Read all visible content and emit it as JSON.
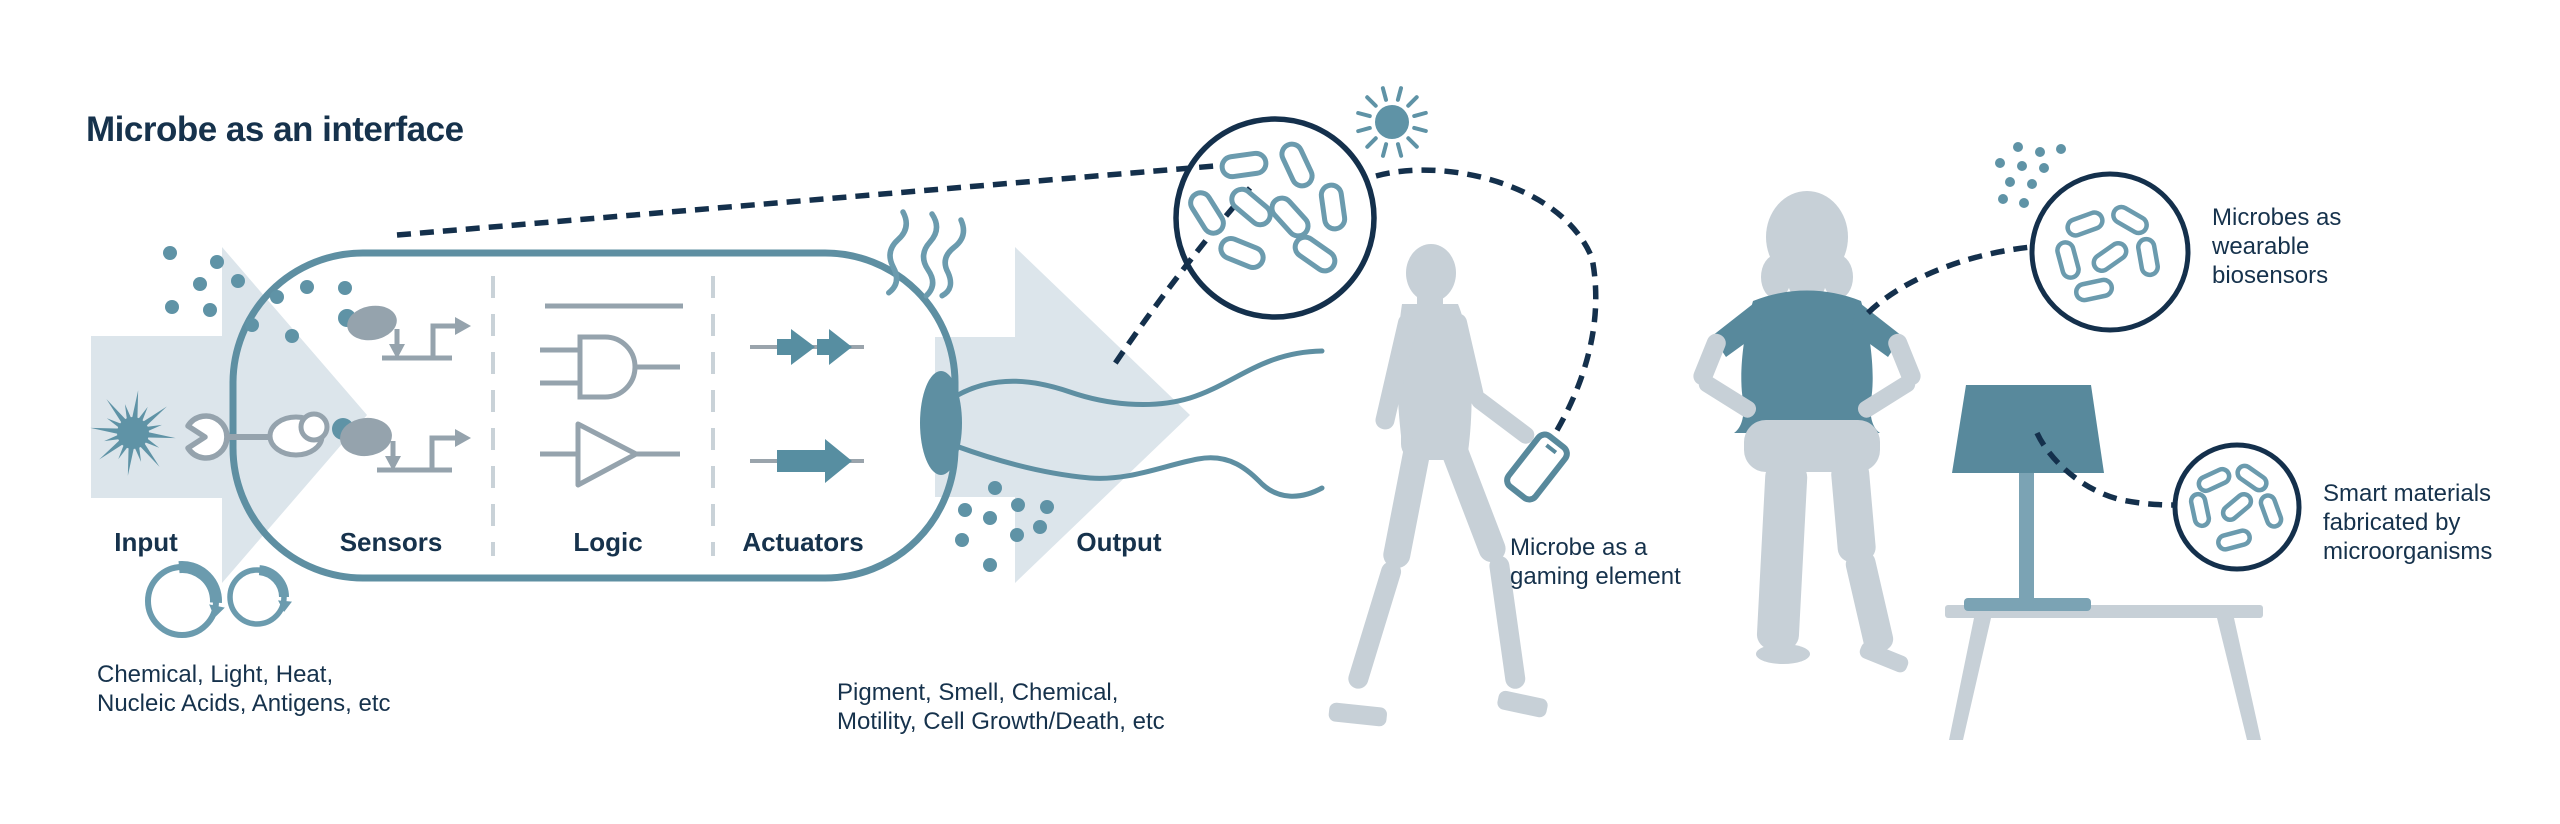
{
  "title": "Microbe as an interface",
  "pipeline": {
    "input_label": "Input",
    "sensors_label": "Sensors",
    "logic_label": "Logic",
    "actuators_label": "Actuators",
    "output_label": "Output",
    "input_examples": "Chemical, Light, Heat,\nNucleic Acids, Antigens, etc",
    "output_examples": "Pigment, Smell, Chemical,\nMotility, Cell Growth/Death, etc"
  },
  "annotations": {
    "gaming": "Microbe as a\ngaming element",
    "wearable": "Microbes as\nwearable\nbiosensors",
    "smart_materials": "Smart materials\nfabricated by\nmicroorganisms"
  },
  "icons": {
    "starburst": "stimulus-starburst-icon",
    "receptor": "receptor-pacman-icon",
    "plasmids": "plasmid-circular-dna-icons",
    "and_gate": "logic-and-gate-icon",
    "buffer_gate": "logic-buffer-gate-icon",
    "actuator_arrows": "gene-arrow-icons",
    "flagella": "flagella-icon",
    "smell": "smell-squiggles-icon",
    "sun": "sun-icon",
    "phone": "phone-icon",
    "lamp": "lamp-icon",
    "microbe_circles": "microbe-magnifier-circle"
  },
  "colors": {
    "navy": "#14304C",
    "text_navy": "#16324C",
    "teal": "#5E8FA2",
    "teal_dot": "#5F93A6",
    "teal_microbe": "#6B9BAE",
    "arrow_light": "#DCE5EB",
    "icon_gray": "#95A3AD",
    "silhouette_gray": "#C7D0D7",
    "lamp_stem": "#7BA3B4",
    "divider_gray": "#C9D2D8"
  }
}
